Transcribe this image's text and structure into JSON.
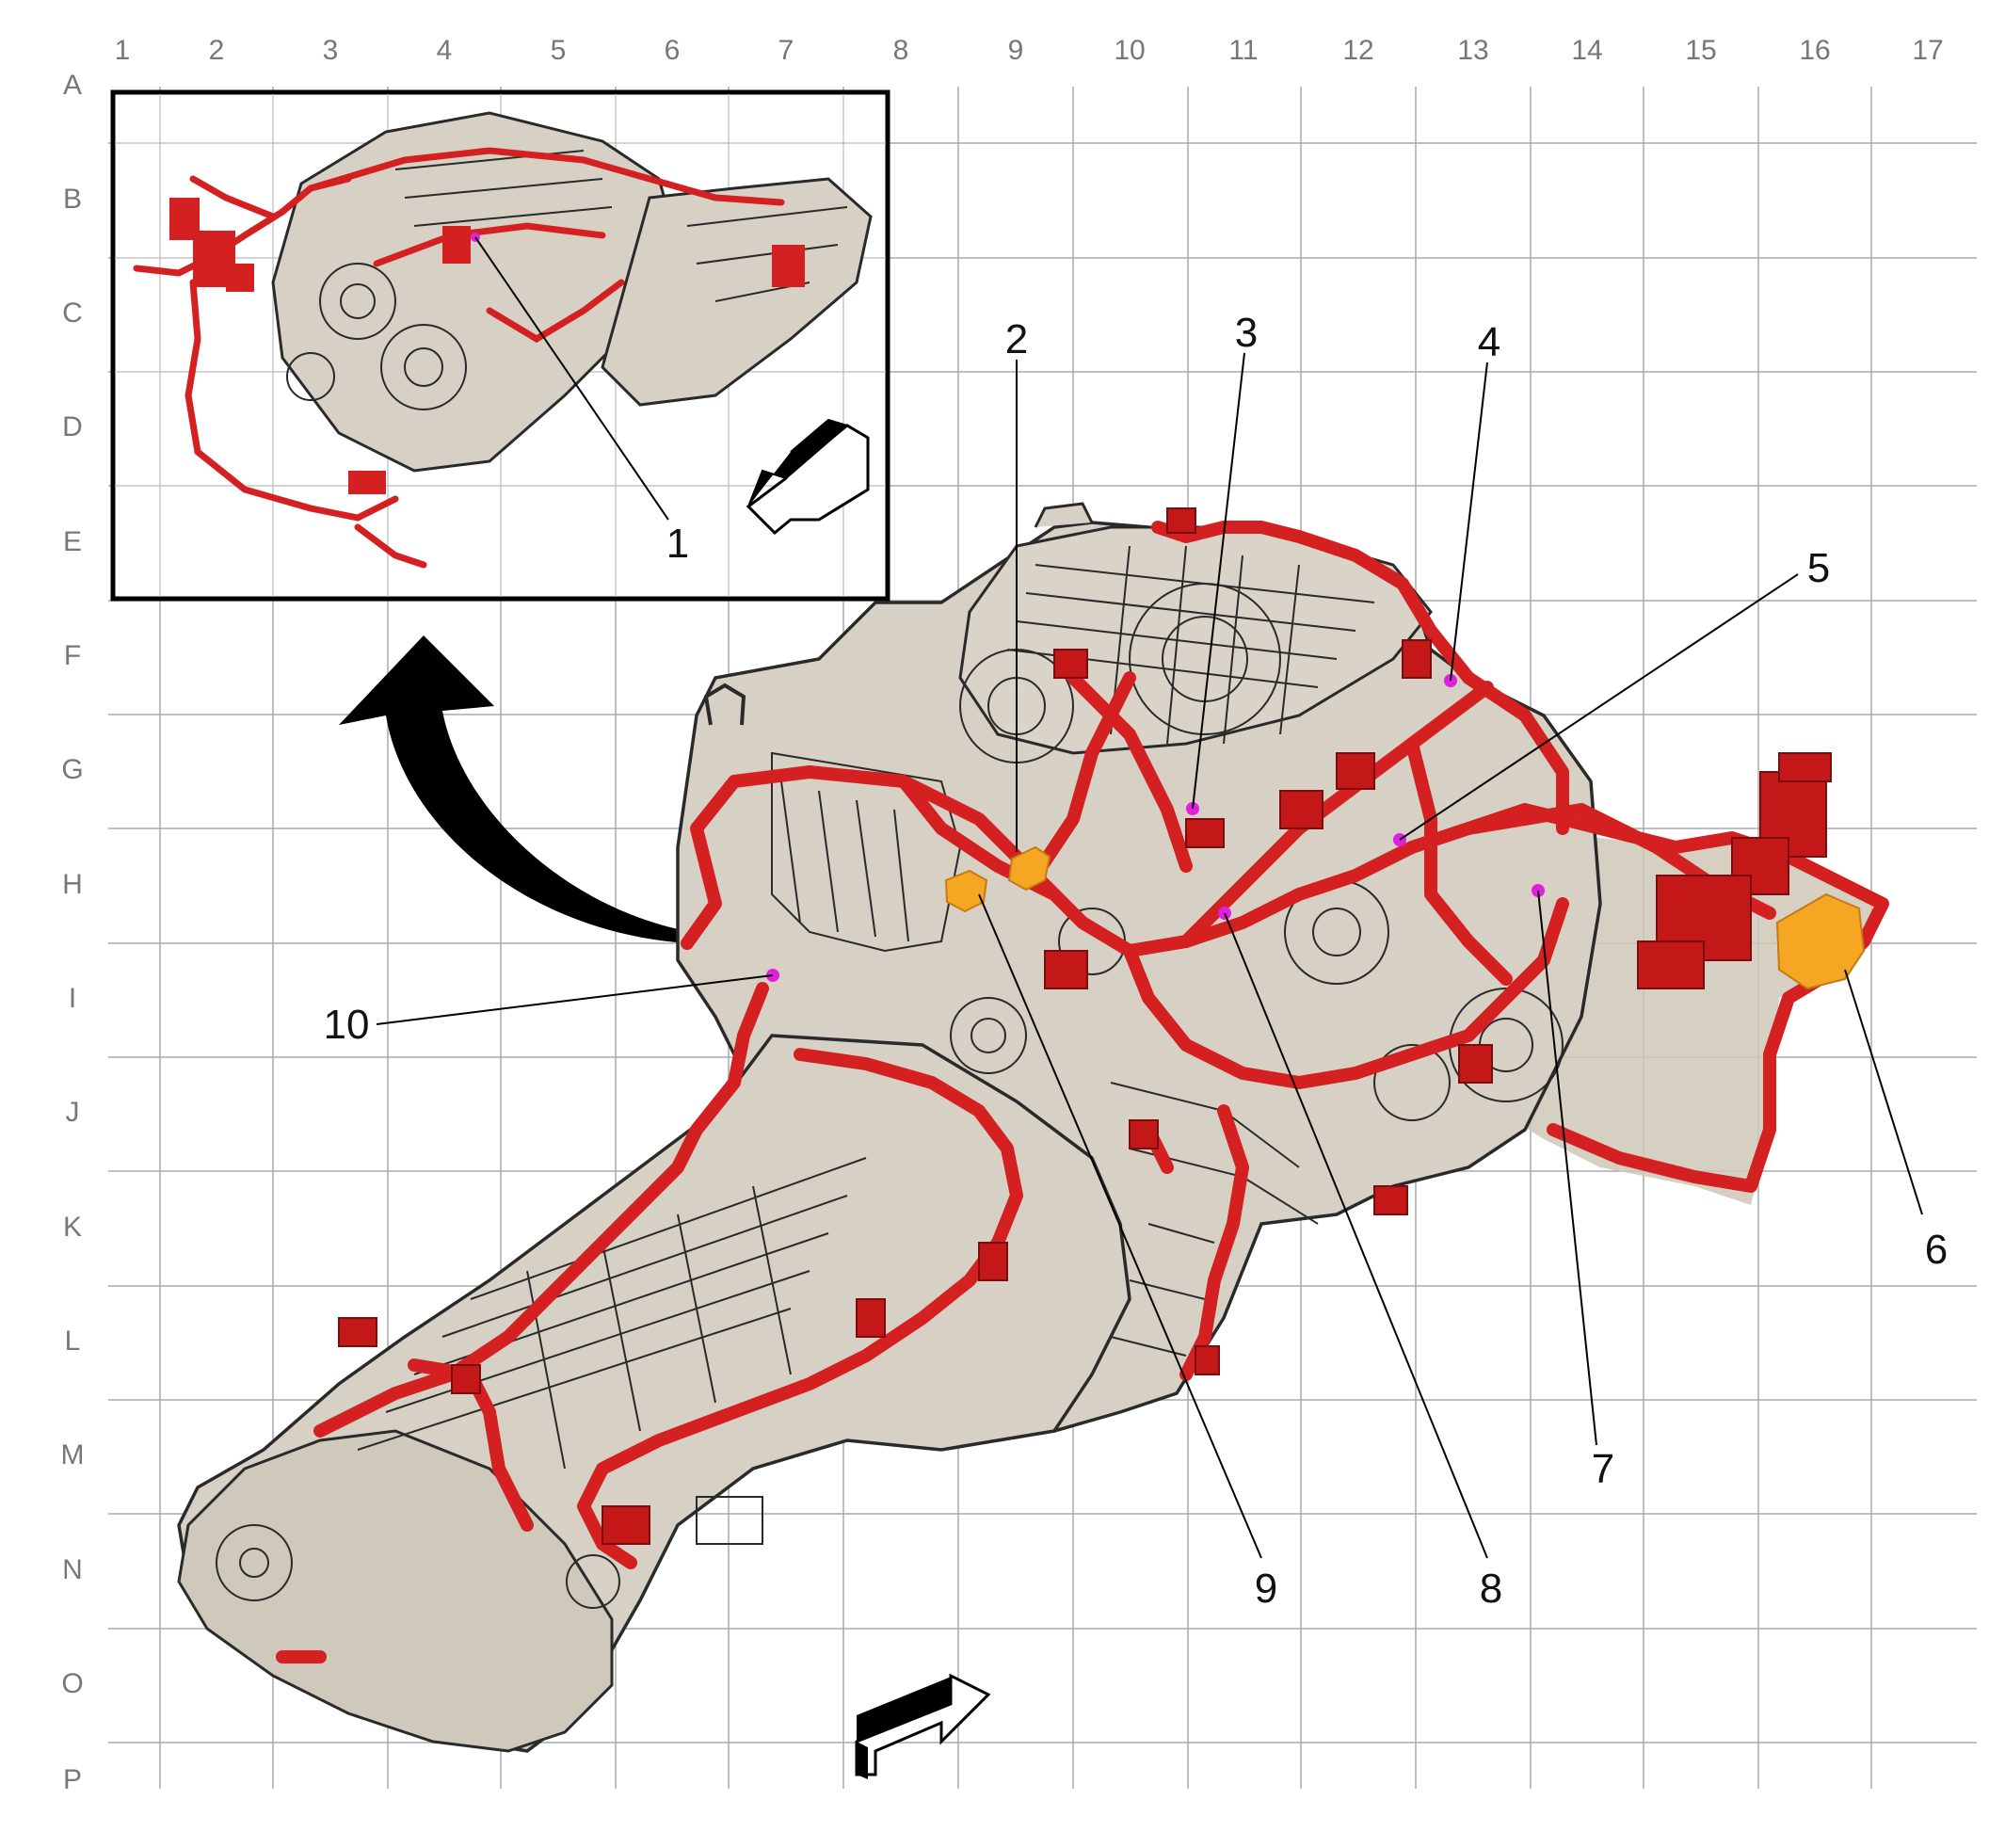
{
  "grid": {
    "columns": [
      "1",
      "2",
      "3",
      "4",
      "5",
      "6",
      "7",
      "8",
      "9",
      "10",
      "11",
      "12",
      "13",
      "14",
      "15",
      "16",
      "17"
    ],
    "rows": [
      "A",
      "B",
      "C",
      "D",
      "E",
      "F",
      "G",
      "H",
      "I",
      "J",
      "K",
      "L",
      "M",
      "N",
      "O",
      "P"
    ]
  },
  "callouts": [
    {
      "id": "1",
      "label": "1"
    },
    {
      "id": "2",
      "label": "2"
    },
    {
      "id": "3",
      "label": "3"
    },
    {
      "id": "4",
      "label": "4"
    },
    {
      "id": "5",
      "label": "5"
    },
    {
      "id": "6",
      "label": "6"
    },
    {
      "id": "7",
      "label": "7"
    },
    {
      "id": "8",
      "label": "8"
    },
    {
      "id": "9",
      "label": "9"
    },
    {
      "id": "10",
      "label": "10"
    }
  ],
  "colors": {
    "harness": "#d42020",
    "engine_fill": "#d6d1c4",
    "engine_stroke": "#2a2a2a",
    "connector_highlight": "#f5a623",
    "location_dot": "#e020e0",
    "grid": "#aaaaaa",
    "label": "#777777"
  }
}
